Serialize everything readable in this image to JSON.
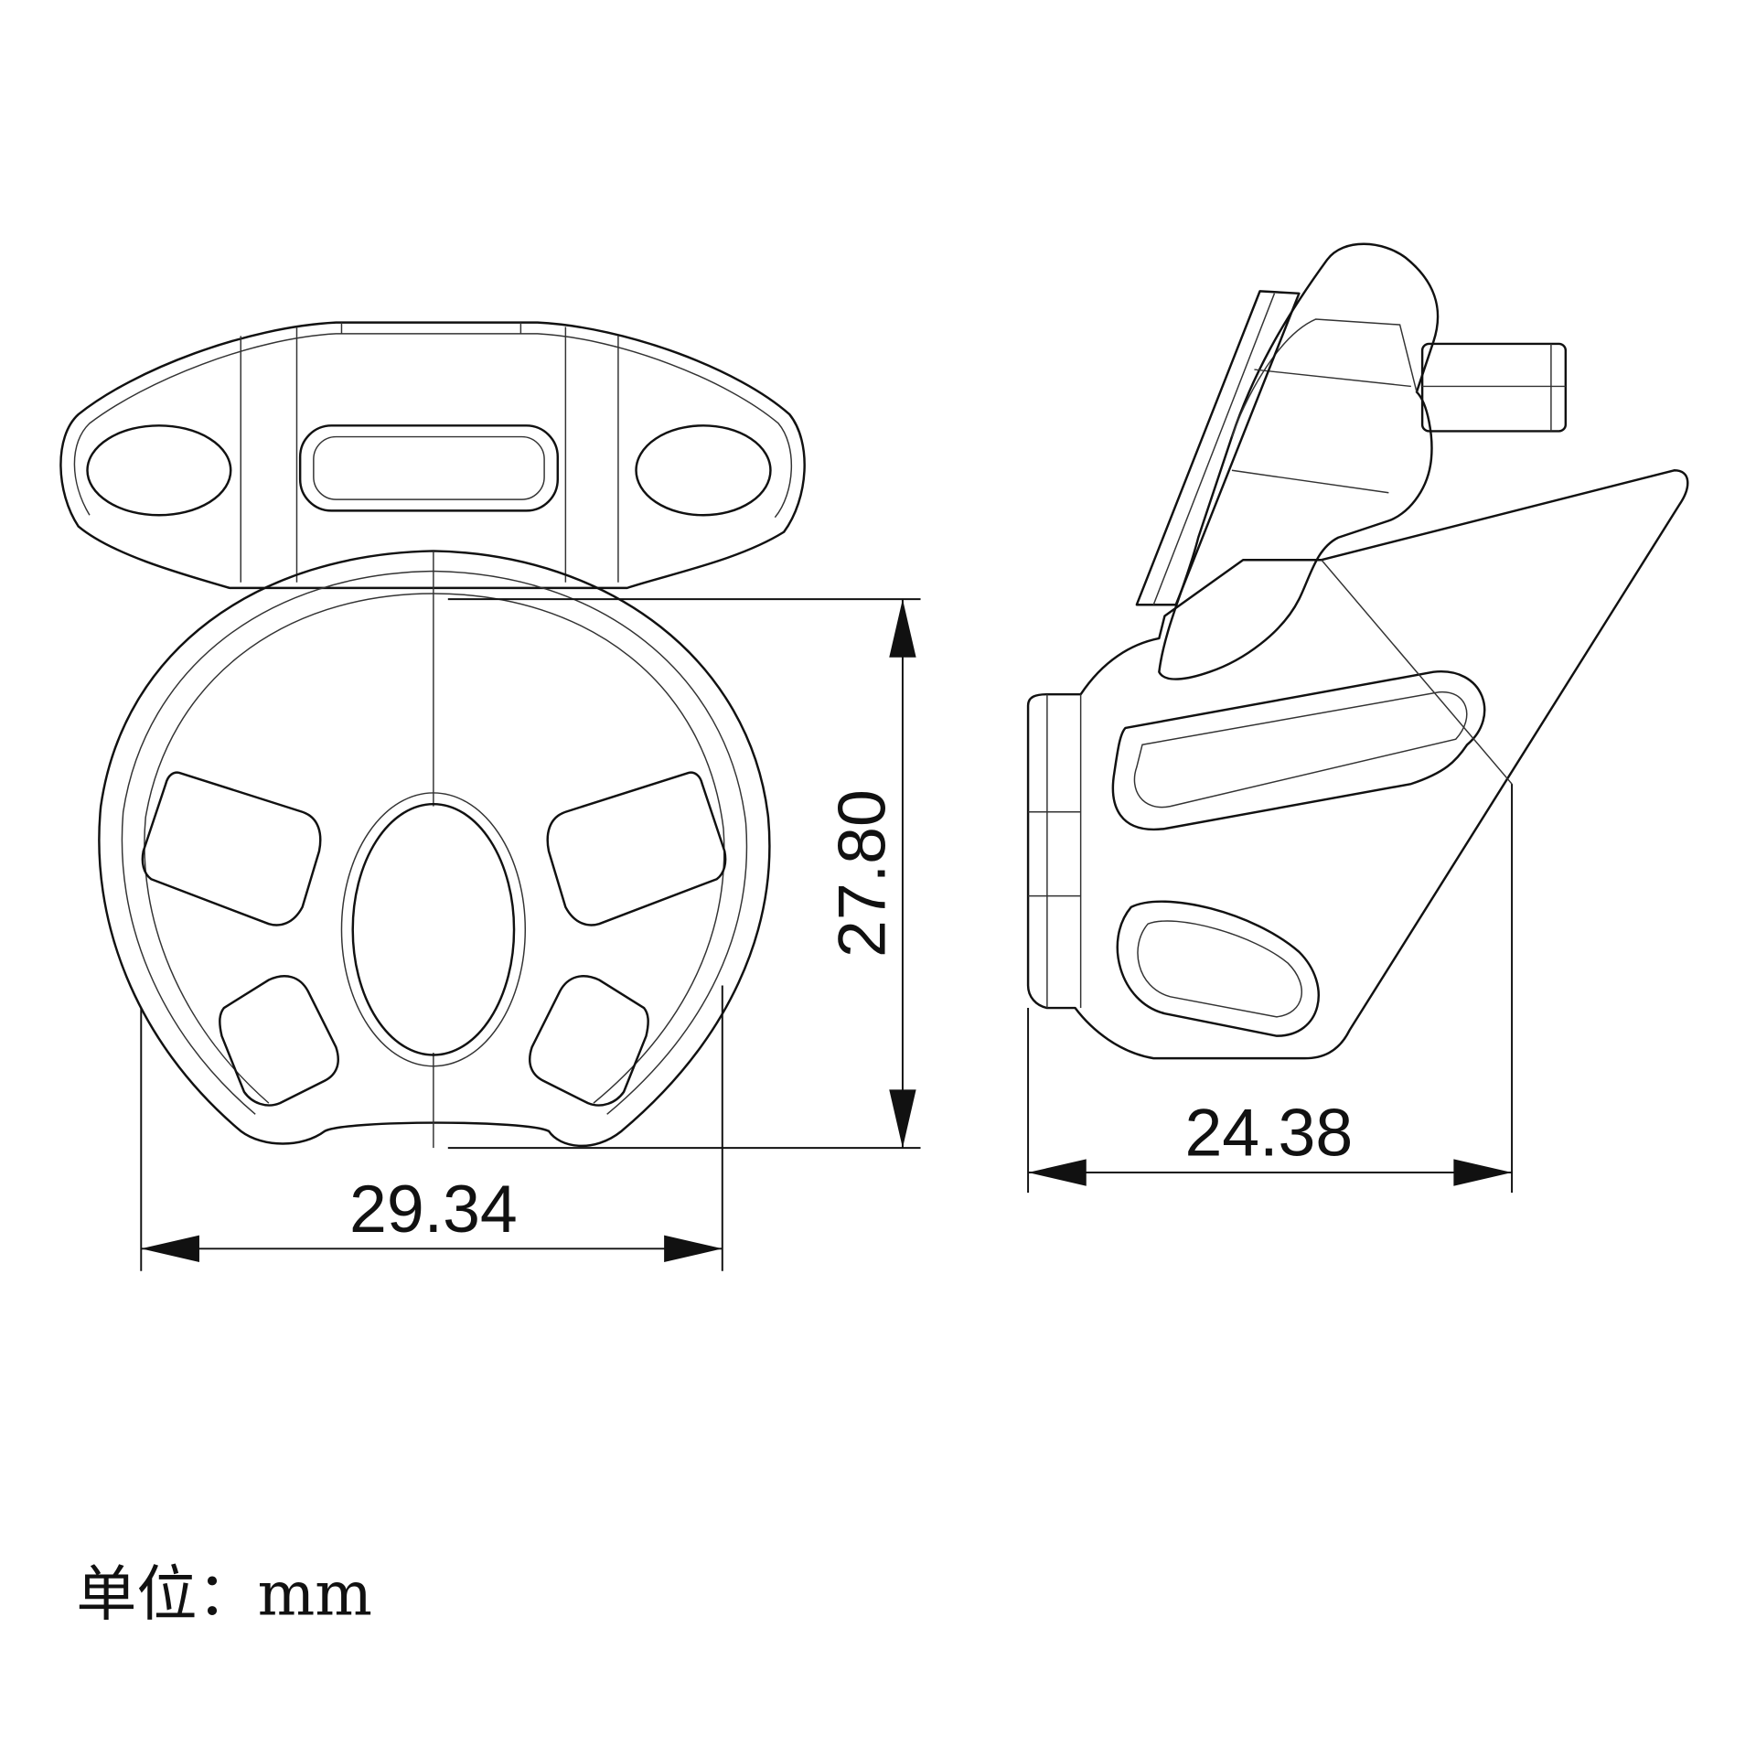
{
  "dimensions": {
    "front_width": "29.34",
    "front_height": "27.80",
    "side_width": "24.38"
  },
  "unit_label": "单位：mm"
}
